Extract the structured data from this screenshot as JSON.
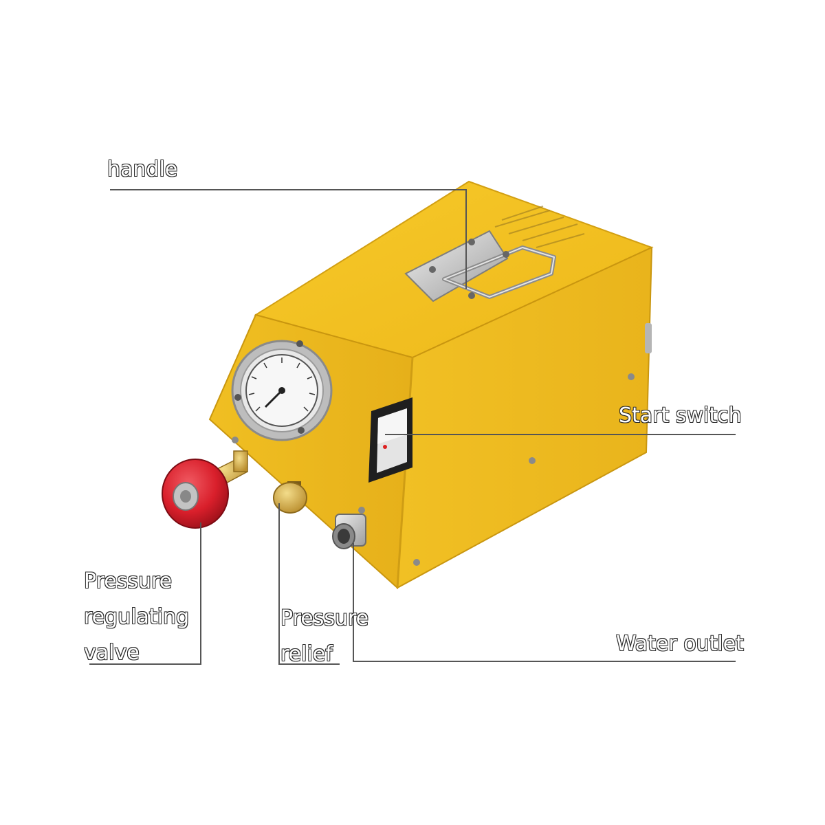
{
  "labels": {
    "handle": "handle",
    "start_switch": "Start switch",
    "pressure_regulating_valve": [
      "Pressure",
      "regulating",
      "valve"
    ],
    "pressure_relief": [
      "Pressure",
      "relief"
    ],
    "water_outlet": "Water outlet"
  },
  "colors": {
    "body": "#f2bf1e",
    "body_shade": "#dca916",
    "body_dark": "#c6960f",
    "knob": "#d91f2b",
    "brass": "#d6ae4a",
    "steel": "#c8c8c8",
    "leader_line": "#555555"
  },
  "icons": [
    "pressure-gauge-icon",
    "rocker-switch-icon",
    "handle-icon",
    "knob-icon"
  ]
}
